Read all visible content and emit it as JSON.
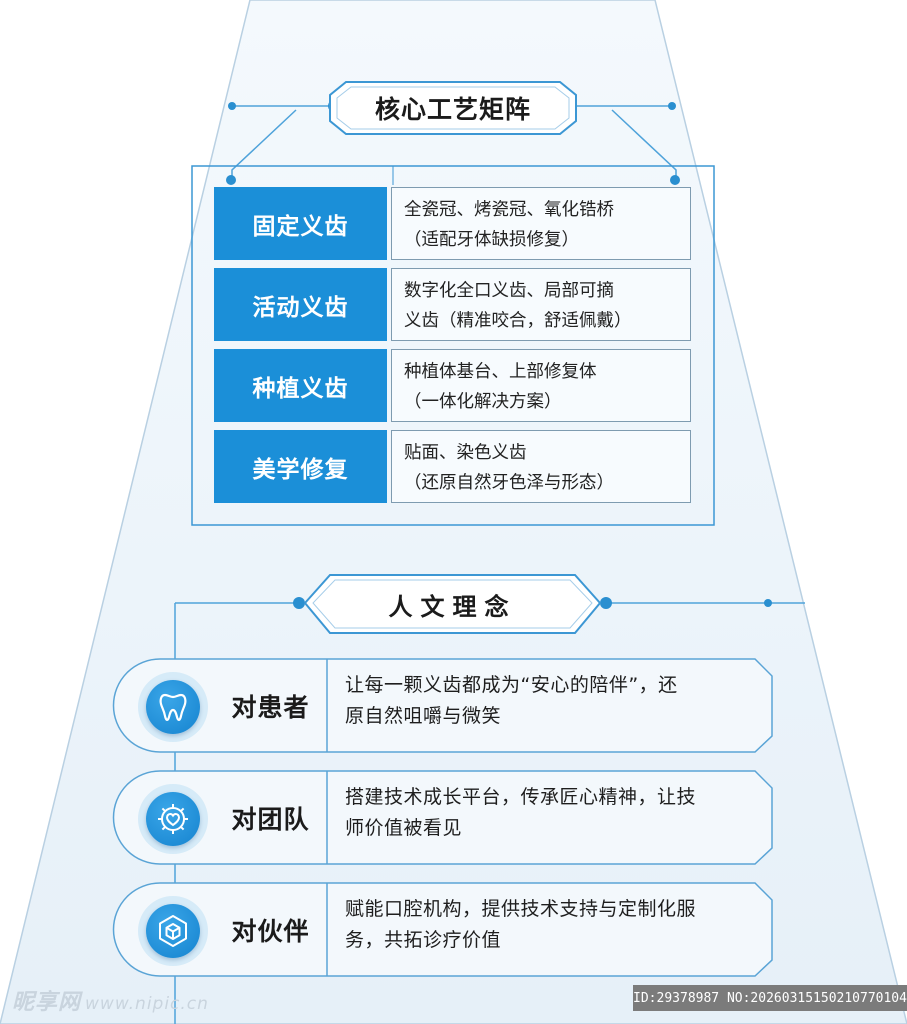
{
  "section1": {
    "title": "核心工艺矩阵",
    "rows": [
      {
        "label": "固定义齿",
        "line1": "全瓷冠、烤瓷冠、氧化锆桥",
        "line2": "（适配牙体缺损修复）"
      },
      {
        "label": "活动义齿",
        "line1": "数字化全口义齿、局部可摘",
        "line2": "义齿（精准咬合，舒适佩戴）"
      },
      {
        "label": "种植义齿",
        "line1": "种植体基台、上部修复体",
        "line2": "（一体化解决方案）"
      },
      {
        "label": "美学修复",
        "line1": "贴面、染色义齿",
        "line2": "（还原自然牙色泽与形态）"
      }
    ]
  },
  "section2": {
    "title": "人文理念",
    "rows": [
      {
        "icon": "tooth-icon",
        "label": "对患者",
        "line1": "让每一颗义齿都成为“安心的陪伴”，还",
        "line2": "原自然咀嚼与微笑"
      },
      {
        "icon": "gear-heart-icon",
        "label": "对团队",
        "line1": "搭建技术成长平台，传承匠心精神，让技",
        "line2": "师价值被看见"
      },
      {
        "icon": "cube-icon",
        "label": "对伙伴",
        "line1": "赋能口腔机构，提供技术支持与定制化服",
        "line2": "务，共拓诊疗价值"
      }
    ]
  },
  "watermark": {
    "brand": "昵享网",
    "site": "www.nipic.cn",
    "id_text": "ID:29378987 NO:20260315150210770104"
  },
  "colors": {
    "accent": "#1b8fd8",
    "trapezoid_fill": "#eef5fb",
    "line": "#2a8fd0"
  }
}
